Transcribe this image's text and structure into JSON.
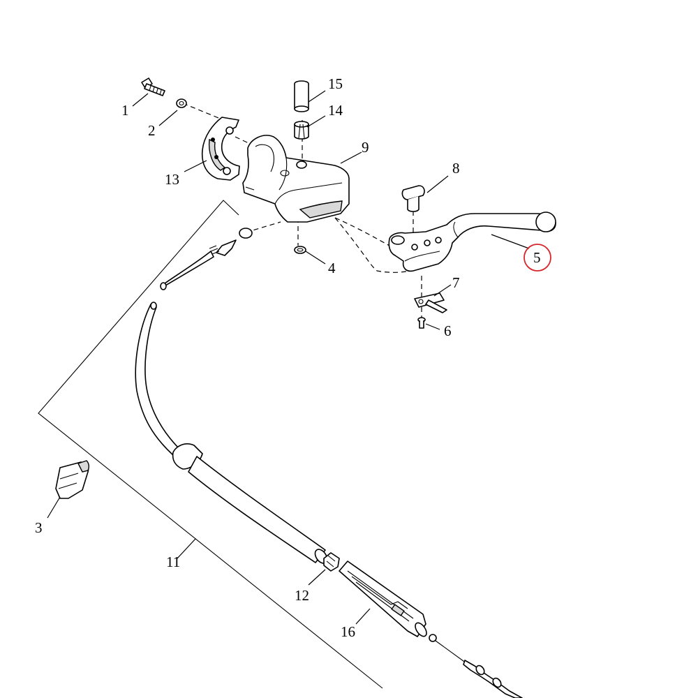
{
  "diagram": {
    "callouts": {
      "c1": "1",
      "c2": "2",
      "c3": "3",
      "c4": "4",
      "c5": "5",
      "c6": "6",
      "c7": "7",
      "c8": "8",
      "c9": "9",
      "c11": "11",
      "c12": "12",
      "c13": "13",
      "c14": "14",
      "c15": "15",
      "c16": "16"
    },
    "highlighted_callout": "5",
    "highlight_color": "#d7262b"
  }
}
